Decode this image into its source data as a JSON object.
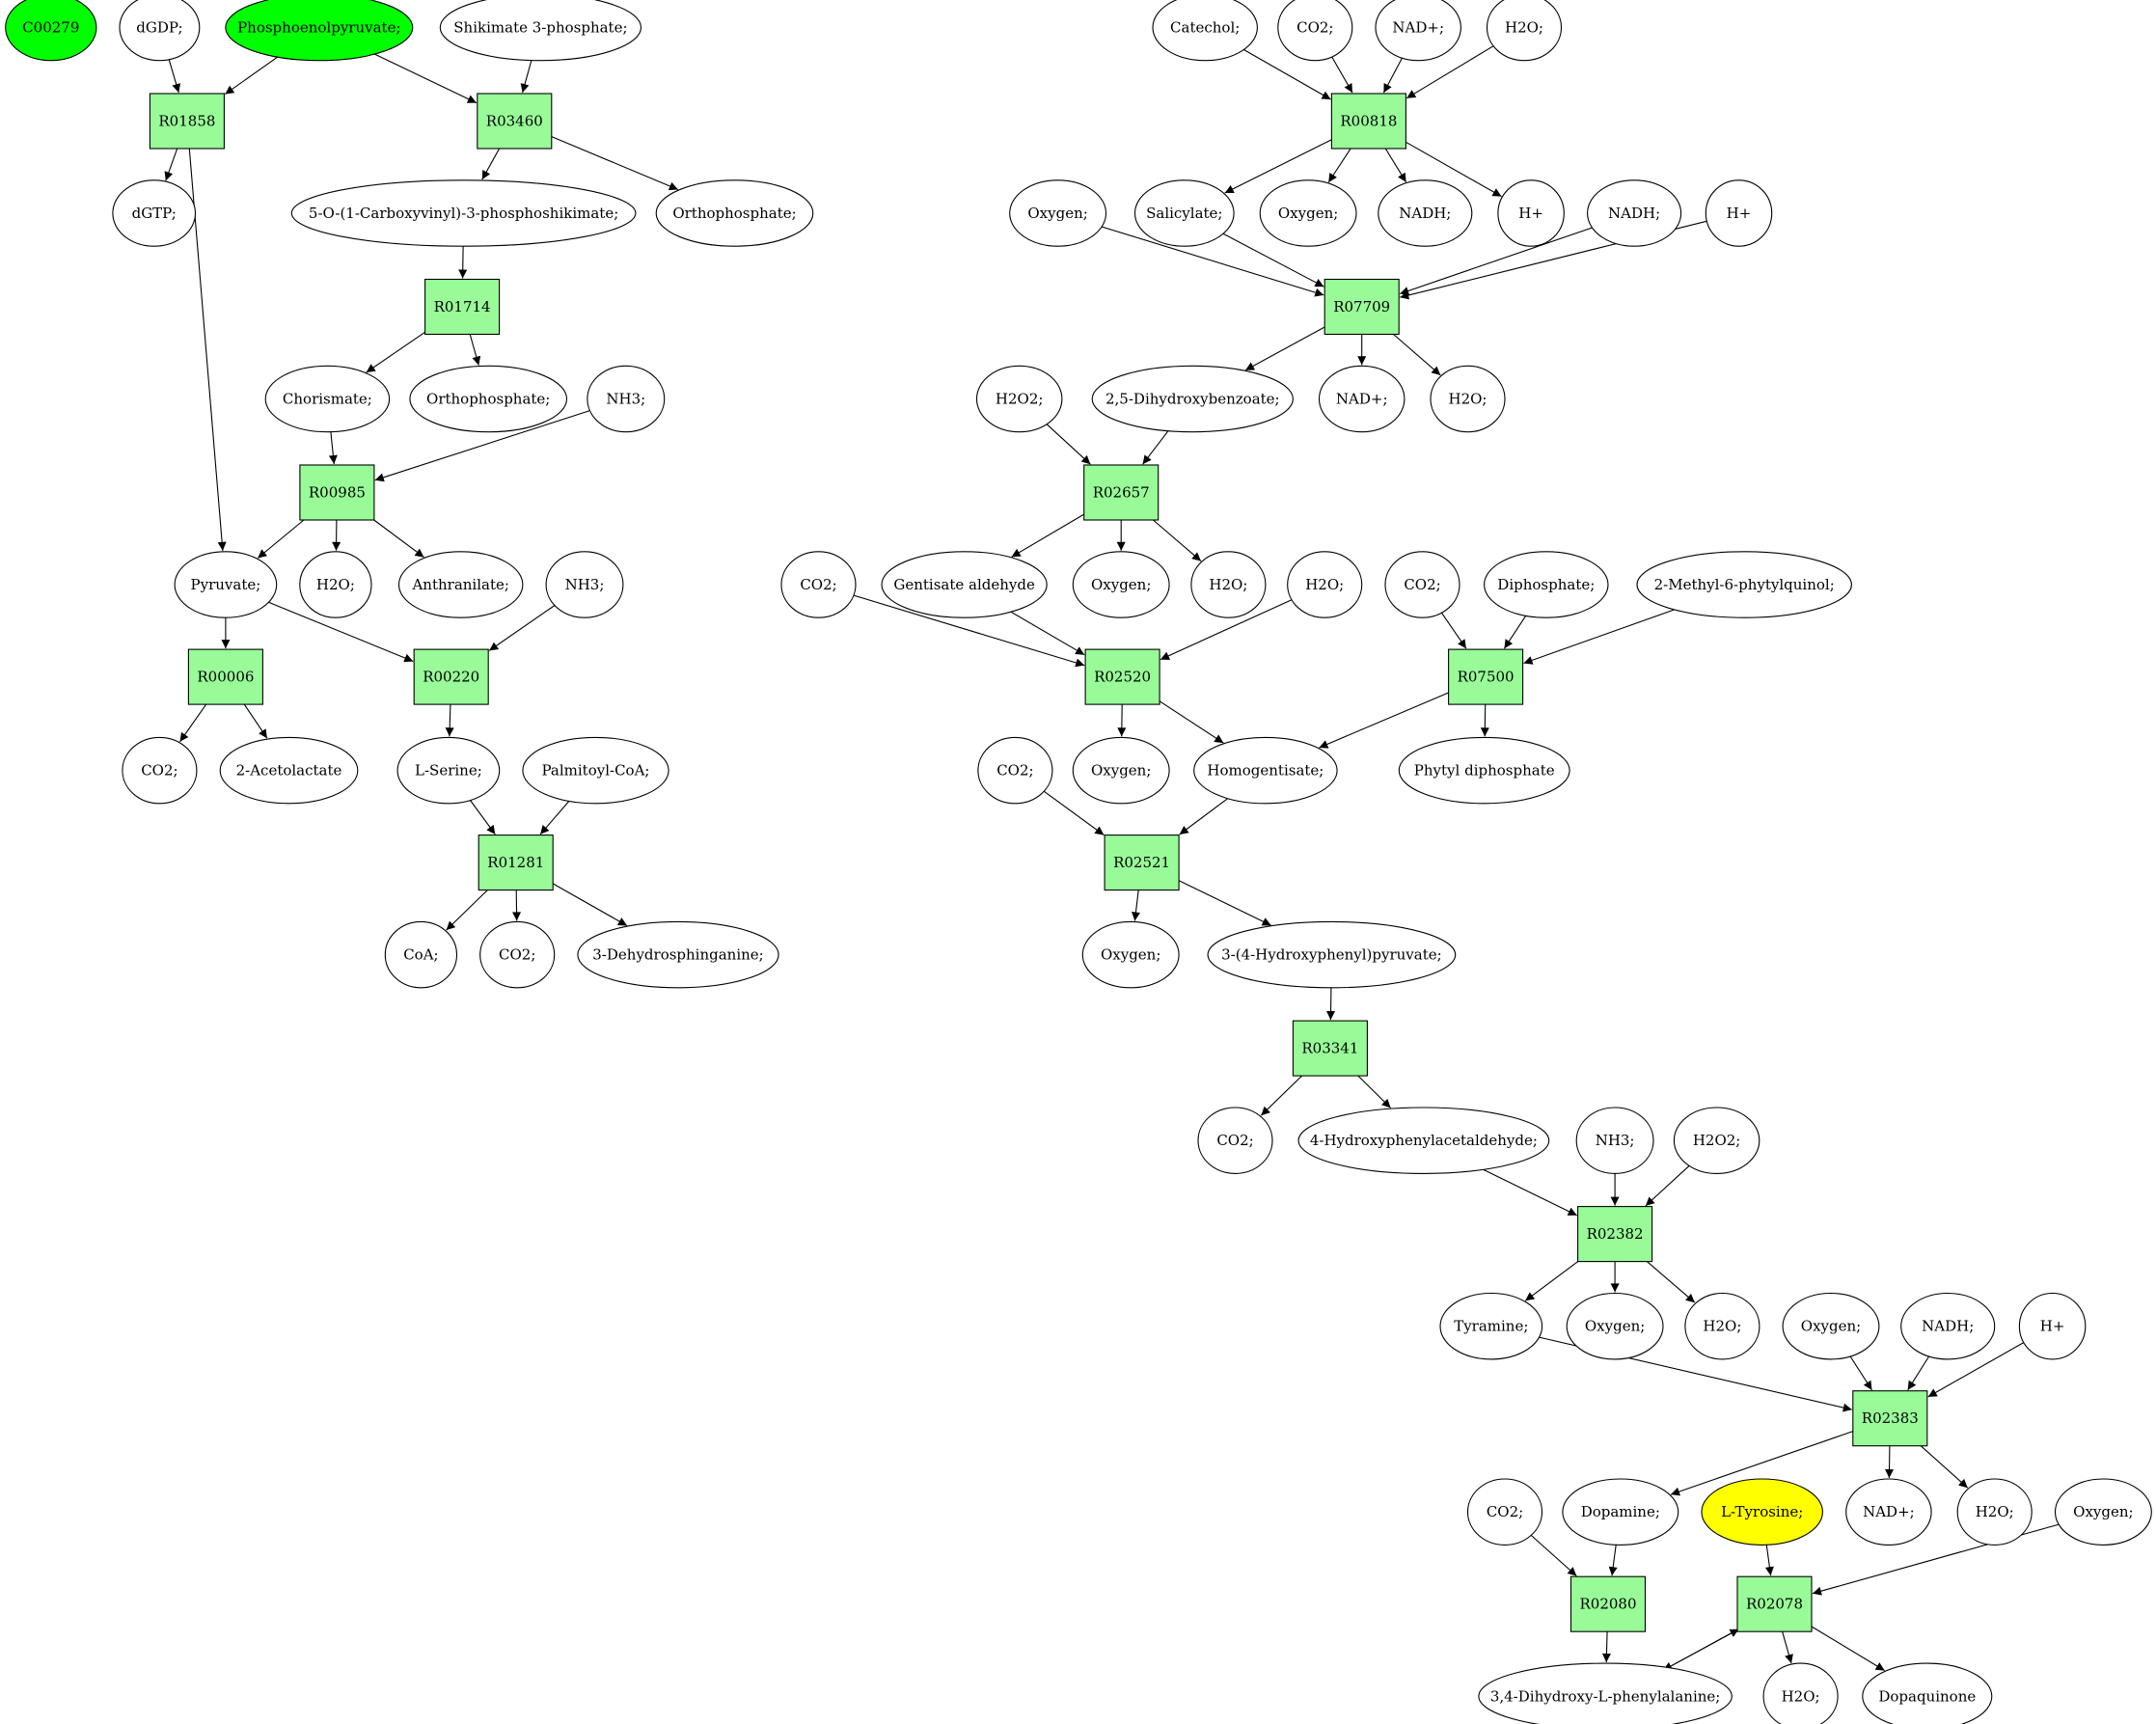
{
  "colors": {
    "reaction_fill": "#98fb98",
    "metabolite_fill": "#ffffff",
    "source_fill": "#00ff00",
    "target_fill": "#ffff00",
    "stroke": "#000000"
  },
  "metabolites": {
    "m_C00279": {
      "label": "C00279",
      "fill": "#00ff00"
    },
    "m_dGDP": {
      "label": "dGDP;"
    },
    "m_PEP": {
      "label": "Phosphoenolpyruvate;",
      "fill": "#00ff00"
    },
    "m_S3P": {
      "label": "Shikimate 3-phosphate;"
    },
    "m_dGTP": {
      "label": "dGTP;"
    },
    "m_EPSP": {
      "label": "5-O-(1-Carboxyvinyl)-3-phosphoshikimate;"
    },
    "m_Ortho1": {
      "label": "Orthophosphate;"
    },
    "m_Chor": {
      "label": "Chorismate;"
    },
    "m_Ortho2": {
      "label": "Orthophosphate;"
    },
    "m_NH3a": {
      "label": "NH3;"
    },
    "m_Pyr": {
      "label": "Pyruvate;"
    },
    "m_H2Oa": {
      "label": "H2O;"
    },
    "m_Anth": {
      "label": "Anthranilate;"
    },
    "m_NH3b": {
      "label": "NH3;"
    },
    "m_CO2a": {
      "label": "CO2;"
    },
    "m_Acet": {
      "label": "2-Acetolactate"
    },
    "m_Ser": {
      "label": "L-Serine;"
    },
    "m_PalCoA": {
      "label": "Palmitoyl-CoA;"
    },
    "m_CoA": {
      "label": "CoA;"
    },
    "m_CO2b": {
      "label": "CO2;"
    },
    "m_DHS": {
      "label": "3-Dehydrosphinganine;"
    },
    "m_Cat": {
      "label": "Catechol;"
    },
    "m_CO2c": {
      "label": "CO2;"
    },
    "m_NADa": {
      "label": "NAD+;"
    },
    "m_H2Ob": {
      "label": "H2O;"
    },
    "m_Oxa": {
      "label": "Oxygen;"
    },
    "m_Sal": {
      "label": "Salicylate;"
    },
    "m_Oxb": {
      "label": "Oxygen;"
    },
    "m_NADHa": {
      "label": "NADH;"
    },
    "m_Ha": {
      "label": "H+"
    },
    "m_NADHb": {
      "label": "NADH;"
    },
    "m_Hb": {
      "label": "H+"
    },
    "m_H2O2a": {
      "label": "H2O2;"
    },
    "m_DHB": {
      "label": "2,5-Dihydroxybenzoate;"
    },
    "m_NADb": {
      "label": "NAD+;"
    },
    "m_H2Oc": {
      "label": "H2O;"
    },
    "m_CO2d": {
      "label": "CO2;"
    },
    "m_Gen": {
      "label": "Gentisate aldehyde"
    },
    "m_Oxc": {
      "label": "Oxygen;"
    },
    "m_H2Od": {
      "label": "H2O;"
    },
    "m_H2Oe": {
      "label": "H2O;"
    },
    "m_CO2e": {
      "label": "CO2;"
    },
    "m_Dip": {
      "label": "Diphosphate;"
    },
    "m_MPQ": {
      "label": "2-Methyl-6-phytylquinol;"
    },
    "m_CO2f": {
      "label": "CO2;"
    },
    "m_Oxd": {
      "label": "Oxygen;"
    },
    "m_HGA": {
      "label": "Homogentisate;"
    },
    "m_PDP": {
      "label": "Phytyl diphosphate"
    },
    "m_Oxe": {
      "label": "Oxygen;"
    },
    "m_HPP": {
      "label": "3-(4-Hydroxyphenyl)pyruvate;"
    },
    "m_CO2g": {
      "label": "CO2;"
    },
    "m_HPAA": {
      "label": "4-Hydroxyphenylacetaldehyde;"
    },
    "m_NH3c": {
      "label": "NH3;"
    },
    "m_H2O2b": {
      "label": "H2O2;"
    },
    "m_Tyra": {
      "label": "Tyramine;"
    },
    "m_Oxf": {
      "label": "Oxygen;"
    },
    "m_H2Of": {
      "label": "H2O;"
    },
    "m_Oxg": {
      "label": "Oxygen;"
    },
    "m_NADHc": {
      "label": "NADH;"
    },
    "m_Hc": {
      "label": "H+"
    },
    "m_CO2h": {
      "label": "CO2;"
    },
    "m_Dopa": {
      "label": "Dopamine;"
    },
    "m_Tyr": {
      "label": "L-Tyrosine;",
      "fill": "#ffff00"
    },
    "m_NADc": {
      "label": "NAD+;"
    },
    "m_H2Og": {
      "label": "H2O;"
    },
    "m_Oxh": {
      "label": "Oxygen;"
    },
    "m_DOPA": {
      "label": "3,4-Dihydroxy-L-phenylalanine;"
    },
    "m_H2Oh": {
      "label": "H2O;"
    },
    "m_Dopq": {
      "label": "Dopaquinone"
    }
  },
  "reactions": {
    "r_R01858": {
      "label": "R01858"
    },
    "r_R03460": {
      "label": "R03460"
    },
    "r_R01714": {
      "label": "R01714"
    },
    "r_R00985": {
      "label": "R00985"
    },
    "r_R00006": {
      "label": "R00006"
    },
    "r_R00220": {
      "label": "R00220"
    },
    "r_R01281": {
      "label": "R01281"
    },
    "r_R00818": {
      "label": "R00818"
    },
    "r_R07709": {
      "label": "R07709"
    },
    "r_R02657": {
      "label": "R02657"
    },
    "r_R02520": {
      "label": "R02520"
    },
    "r_R07500": {
      "label": "R07500"
    },
    "r_R02521": {
      "label": "R02521"
    },
    "r_R03341": {
      "label": "R03341"
    },
    "r_R02382": {
      "label": "R02382"
    },
    "r_R02383": {
      "label": "R02383"
    },
    "r_R02080": {
      "label": "R02080"
    },
    "r_R02078": {
      "label": "R02078"
    }
  },
  "edges": [
    [
      "m_dGDP",
      "r_R01858"
    ],
    [
      "m_PEP",
      "r_R01858"
    ],
    [
      "r_R01858",
      "m_dGTP"
    ],
    [
      "r_R01858",
      "m_Pyr"
    ],
    [
      "m_PEP",
      "r_R03460"
    ],
    [
      "m_S3P",
      "r_R03460"
    ],
    [
      "r_R03460",
      "m_EPSP"
    ],
    [
      "r_R03460",
      "m_Ortho1"
    ],
    [
      "m_EPSP",
      "r_R01714"
    ],
    [
      "r_R01714",
      "m_Chor"
    ],
    [
      "r_R01714",
      "m_Ortho2"
    ],
    [
      "m_Chor",
      "r_R00985"
    ],
    [
      "m_NH3a",
      "r_R00985"
    ],
    [
      "r_R00985",
      "m_Pyr"
    ],
    [
      "r_R00985",
      "m_H2Oa"
    ],
    [
      "r_R00985",
      "m_Anth"
    ],
    [
      "m_Pyr",
      "r_R00006"
    ],
    [
      "r_R00006",
      "m_CO2a"
    ],
    [
      "r_R00006",
      "m_Acet"
    ],
    [
      "m_Pyr",
      "r_R00220"
    ],
    [
      "m_NH3b",
      "r_R00220"
    ],
    [
      "r_R00220",
      "m_Ser"
    ],
    [
      "m_Ser",
      "r_R01281"
    ],
    [
      "m_PalCoA",
      "r_R01281"
    ],
    [
      "r_R01281",
      "m_CoA"
    ],
    [
      "r_R01281",
      "m_CO2b"
    ],
    [
      "r_R01281",
      "m_DHS"
    ],
    [
      "m_Cat",
      "r_R00818"
    ],
    [
      "m_CO2c",
      "r_R00818"
    ],
    [
      "m_NADa",
      "r_R00818"
    ],
    [
      "m_H2Ob",
      "r_R00818"
    ],
    [
      "r_R00818",
      "m_Sal"
    ],
    [
      "r_R00818",
      "m_Oxb"
    ],
    [
      "r_R00818",
      "m_NADHa"
    ],
    [
      "r_R00818",
      "m_Ha"
    ],
    [
      "m_Oxa",
      "r_R07709"
    ],
    [
      "m_Sal",
      "r_R07709"
    ],
    [
      "m_NADHb",
      "r_R07709"
    ],
    [
      "m_Hb",
      "r_R07709"
    ],
    [
      "r_R07709",
      "m_DHB"
    ],
    [
      "r_R07709",
      "m_NADb"
    ],
    [
      "r_R07709",
      "m_H2Oc"
    ],
    [
      "m_H2O2a",
      "r_R02657"
    ],
    [
      "m_DHB",
      "r_R02657"
    ],
    [
      "r_R02657",
      "m_Gen"
    ],
    [
      "r_R02657",
      "m_Oxc"
    ],
    [
      "r_R02657",
      "m_H2Od"
    ],
    [
      "m_CO2d",
      "r_R02520"
    ],
    [
      "m_Gen",
      "r_R02520"
    ],
    [
      "m_H2Oe",
      "r_R02520"
    ],
    [
      "r_R02520",
      "m_Oxd"
    ],
    [
      "r_R02520",
      "m_HGA"
    ],
    [
      "m_CO2e",
      "r_R07500"
    ],
    [
      "m_Dip",
      "r_R07500"
    ],
    [
      "m_MPQ",
      "r_R07500"
    ],
    [
      "r_R07500",
      "m_HGA"
    ],
    [
      "r_R07500",
      "m_PDP"
    ],
    [
      "m_CO2f",
      "r_R02521"
    ],
    [
      "m_HGA",
      "r_R02521"
    ],
    [
      "r_R02521",
      "m_Oxe"
    ],
    [
      "r_R02521",
      "m_HPP"
    ],
    [
      "m_HPP",
      "r_R03341"
    ],
    [
      "r_R03341",
      "m_CO2g"
    ],
    [
      "r_R03341",
      "m_HPAA"
    ],
    [
      "m_HPAA",
      "r_R02382"
    ],
    [
      "m_NH3c",
      "r_R02382"
    ],
    [
      "m_H2O2b",
      "r_R02382"
    ],
    [
      "r_R02382",
      "m_Tyra"
    ],
    [
      "r_R02382",
      "m_Oxf"
    ],
    [
      "r_R02382",
      "m_H2Of"
    ],
    [
      "m_Tyra",
      "r_R02383"
    ],
    [
      "m_Oxg",
      "r_R02383"
    ],
    [
      "m_NADHc",
      "r_R02383"
    ],
    [
      "m_Hc",
      "r_R02383"
    ],
    [
      "r_R02383",
      "m_Dopa"
    ],
    [
      "r_R02383",
      "m_NADc"
    ],
    [
      "r_R02383",
      "m_H2Og"
    ],
    [
      "m_CO2h",
      "r_R02080"
    ],
    [
      "m_Dopa",
      "r_R02080"
    ],
    [
      "r_R02080",
      "m_DOPA"
    ],
    [
      "m_Tyr",
      "r_R02078"
    ],
    [
      "m_Oxh",
      "r_R02078"
    ],
    [
      "m_DOPA",
      "r_R02078"
    ],
    [
      "r_R02078",
      "m_DOPA"
    ],
    [
      "r_R02078",
      "m_H2Oh"
    ],
    [
      "r_R02078",
      "m_Dopq"
    ]
  ]
}
